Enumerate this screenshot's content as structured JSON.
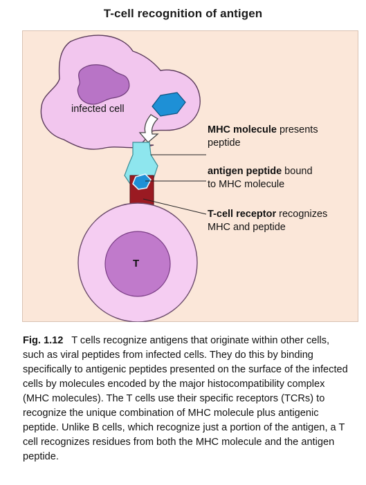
{
  "title": "T-cell recognition of antigen",
  "labels": {
    "infected_cell": "infected cell",
    "t_cell": "T",
    "mhc_bold": "MHC molecule",
    "mhc_rest_line1": " presents",
    "mhc_rest_line2": "peptide",
    "peptide_bold": "antigen peptide",
    "peptide_rest_line1": " bound",
    "peptide_rest_line2": "to MHC molecule",
    "tcr_bold": "T-cell receptor",
    "tcr_rest_line1": " recognizes",
    "tcr_rest_line2": "MHC and peptide"
  },
  "caption": {
    "figure": "Fig. 1.12",
    "text": "T cells recognize antigens that originate within other cells, such as viral peptides from infected cells. They do this by binding specifically to antigenic peptides presented on the surface of the infected cells by molecules encoded by the major histocompatibility complex (MHC molecules). The T cells use their specific receptors (TCRs) to recognize the unique combination of MHC molecule plus antigenic peptide. Unlike B cells, which recognize just a portion of the antigen, a T cell recognizes residues from both the MHC molecule and the antigen peptide."
  },
  "colors": {
    "panel": "#fbe7d9",
    "infected_cell": "#f2c6ee",
    "nucleus": "#b874c6",
    "peptide": "#1e90d6",
    "mhc": "#8ee6ee",
    "tcr": "#9a1a22",
    "t_cell_outer": "#f5cdf2",
    "t_cell_nucleus": "#c07acb"
  }
}
